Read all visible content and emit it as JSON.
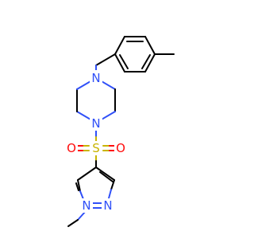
{
  "molecule": {
    "atoms": [
      {
        "id": "n_top",
        "label": "N",
        "color": "#3050F8"
      },
      {
        "id": "n_bottom",
        "label": "N",
        "color": "#3050F8"
      },
      {
        "id": "s",
        "label": "S",
        "color": "#C8B400"
      },
      {
        "id": "o_left",
        "label": "O",
        "color": "#FF0D0D"
      },
      {
        "id": "o_right",
        "label": "O",
        "color": "#FF0D0D"
      },
      {
        "id": "n_pyrazole_1",
        "label": "N",
        "color": "#3050F8"
      },
      {
        "id": "n_pyrazole_2",
        "label": "N",
        "color": "#3050F8"
      }
    ]
  }
}
